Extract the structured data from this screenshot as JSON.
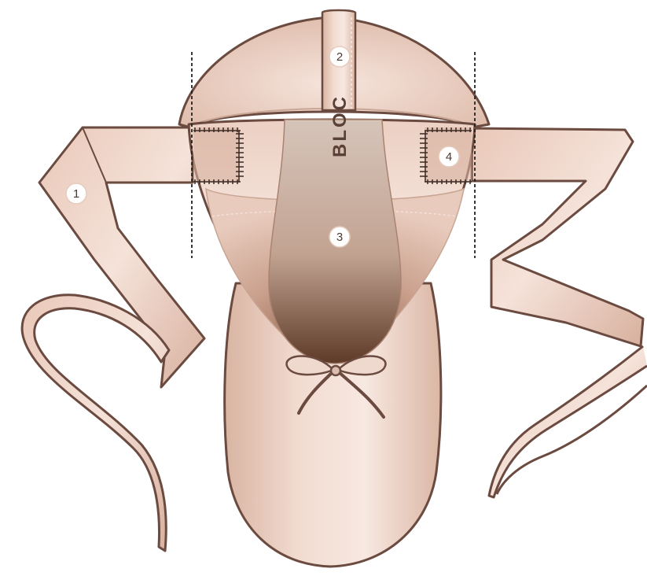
{
  "diagram": {
    "brand_text": "BLOC",
    "markers": [
      {
        "id": "1",
        "label": "1"
      },
      {
        "id": "2",
        "label": "2"
      },
      {
        "id": "3",
        "label": "3"
      },
      {
        "id": "4",
        "label": "4"
      }
    ]
  },
  "colors": {
    "outline": "#6b4a40",
    "satin_light": "#f3ddd2",
    "satin_mid": "#e2bfae",
    "satin_dark": "#b98d7c",
    "insole": "#cfb9ac",
    "insole_dark": "#6b4532",
    "stitch": "#3a2a24"
  }
}
